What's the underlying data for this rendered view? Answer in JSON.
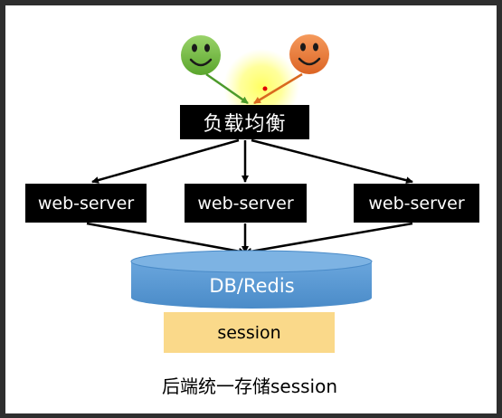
{
  "load_balancer": {
    "label": "负载均衡"
  },
  "servers": [
    {
      "label": "web-server"
    },
    {
      "label": "web-server"
    },
    {
      "label": "web-server"
    }
  ],
  "database": {
    "label": "DB/Redis"
  },
  "session_box": {
    "label": "session"
  },
  "caption": "后端统一存储session",
  "users": [
    {
      "icon": "smiley-face-icon",
      "color": "#74c045"
    },
    {
      "icon": "smiley-face-icon",
      "color": "#ee7d3b"
    }
  ],
  "colors": {
    "database_fill": "#5b9bd5",
    "session_fill": "#fad98a",
    "highlight": "#ffff66",
    "pointer_dot": "#e00000"
  }
}
